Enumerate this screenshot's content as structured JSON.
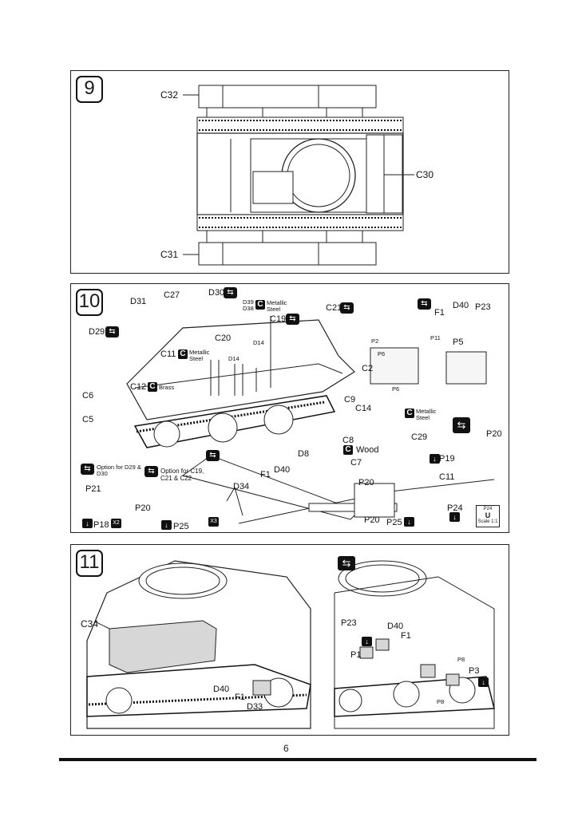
{
  "page_number": "6",
  "step9": {
    "number": "9",
    "labels": {
      "c32": "C32",
      "c31": "C31",
      "c30": "C30"
    }
  },
  "step10": {
    "number": "10",
    "labels": {
      "d31": "D31",
      "c27": "C27",
      "d30": "D30",
      "d39": "D39",
      "d38": "D38",
      "metallic_steel": "Metallic Steel",
      "c19": "C19",
      "c21": "C21",
      "d29": "D29",
      "c6": "C6",
      "c11": "C11",
      "c11_material": "Metallic Steel",
      "c20": "C20",
      "d14a": "D14",
      "d14b": "D14",
      "c12": "C12",
      "brass": "Brass",
      "c2": "C2",
      "c9": "C9",
      "c14": "C14",
      "c14_material": "Metallic Steel",
      "c5": "C5",
      "c29": "C29",
      "c8": "C8",
      "wood": "Wood",
      "c7": "C7",
      "d8": "D8",
      "d40": "D40",
      "f1": "F1",
      "d34": "D34",
      "p2": "P2",
      "p11": "P11",
      "p6a": "P6",
      "p6b": "P6",
      "p5": "P5",
      "d40b": "D40",
      "p23": "P23",
      "f1b": "F1",
      "p20a": "P20",
      "p19": "P19",
      "option1": "Option for D29 & D30",
      "option2": "Option for C19, C21 & C22",
      "p21": "P21",
      "p18": "P18",
      "x2": "X2",
      "p20b": "P20",
      "p25a": "P25",
      "x3": "X3",
      "p20c": "P20",
      "p20d": "P20",
      "p25b": "P25",
      "c11b": "C11",
      "p24": "P24"
    },
    "scale_box": {
      "part": "P24",
      "letter": "U",
      "scale": "Scale 1:1"
    }
  },
  "step11": {
    "number": "11",
    "labels": {
      "c34": "C34",
      "d40": "D40",
      "f1": "F1",
      "d33": "D33",
      "p23": "P23",
      "d40b": "D40",
      "f1b": "F1",
      "p1": "P1",
      "p8a": "P8",
      "p3": "P3",
      "p8b": "P8"
    }
  }
}
